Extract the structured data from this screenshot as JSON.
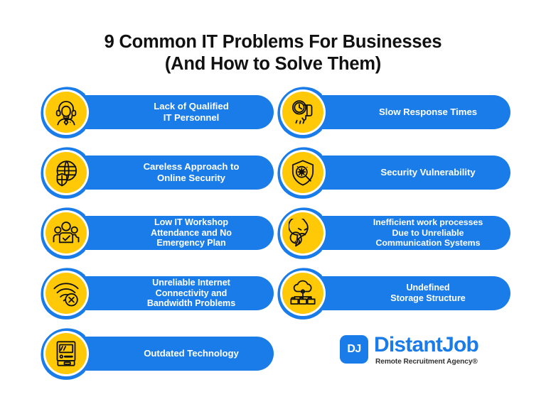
{
  "title": {
    "line1": "9 Common IT Problems For Businesses",
    "line2": "(And How to Solve Them)"
  },
  "colors": {
    "blue": "#1a7ce8",
    "yellow": "#ffc907",
    "icon_stroke": "#111111",
    "background": "#ffffff",
    "title_text": "#111111",
    "pill_text": "#ffffff",
    "tagline_text": "#333333"
  },
  "items": [
    {
      "id": 1,
      "column": "left",
      "row": 1,
      "label": "Lack of Qualified\nIT Personnel",
      "icon": "headset-support-agent-icon"
    },
    {
      "id": 2,
      "column": "right",
      "row": 1,
      "label": "Slow Response Times",
      "icon": "clock-thumbs-down-icon"
    },
    {
      "id": 3,
      "column": "left",
      "row": 2,
      "label": "Careless Approach to\nOnline Security",
      "icon": "globe-shield-icon"
    },
    {
      "id": 4,
      "column": "right",
      "row": 2,
      "label": "Security Vulnerability",
      "icon": "shield-magnifier-bug-icon"
    },
    {
      "id": 5,
      "column": "left",
      "row": 3,
      "label": "Low IT Workshop\nAttendance and No\nEmergency Plan",
      "icon": "people-group-check-icon"
    },
    {
      "id": 6,
      "column": "right",
      "row": 3,
      "label": "Inefficient work processes\nDue to Unreliable\nCommunication Systems",
      "icon": "sad-speech-bubble-signal-icon"
    },
    {
      "id": 7,
      "column": "left",
      "row": 4,
      "label": "Unreliable Internet\nConnectivity and\nBandwidth Problems",
      "icon": "wifi-error-icon"
    },
    {
      "id": 8,
      "column": "right",
      "row": 4,
      "label": "Undefined\nStorage Structure",
      "icon": "cloud-folder-tree-icon"
    },
    {
      "id": 9,
      "column": "left",
      "row": 5,
      "label": "Outdated Technology",
      "icon": "old-desktop-computer-icon"
    }
  ],
  "logo": {
    "mark": "DJ",
    "wordmark": "DistantJob",
    "tagline": "Remote Recruitment Agency®"
  }
}
